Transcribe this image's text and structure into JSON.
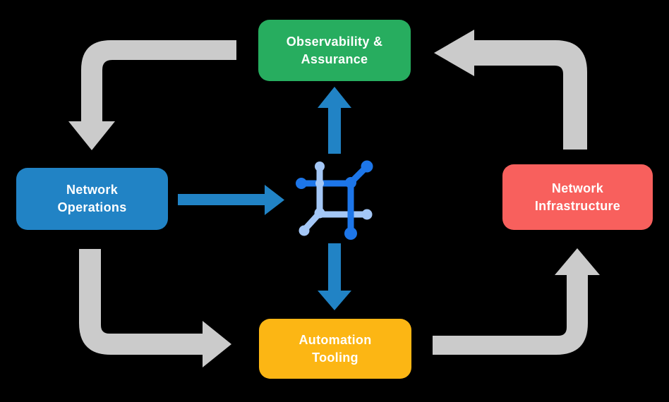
{
  "nodes": [
    {
      "id": "observability",
      "label": "Observability &\nAssurance",
      "color": "#27AD5F"
    },
    {
      "id": "operations",
      "label": "Network\nOperations",
      "color": "#2183C5"
    },
    {
      "id": "infrastructure",
      "label": "Network\nInfrastructure",
      "color": "#F8605D"
    },
    {
      "id": "automation",
      "label": "Automation\nTooling",
      "color": "#FCB614"
    }
  ],
  "colors": {
    "background": "#000000",
    "text": "#FFFFFF",
    "arrow_gray": "#CBCBCB",
    "arrow_blue": "#2183C5",
    "icon_dark_blue": "#1D76E9",
    "icon_light_blue": "#A4C7F6"
  },
  "icon": {
    "name": "network-automation-icon"
  }
}
